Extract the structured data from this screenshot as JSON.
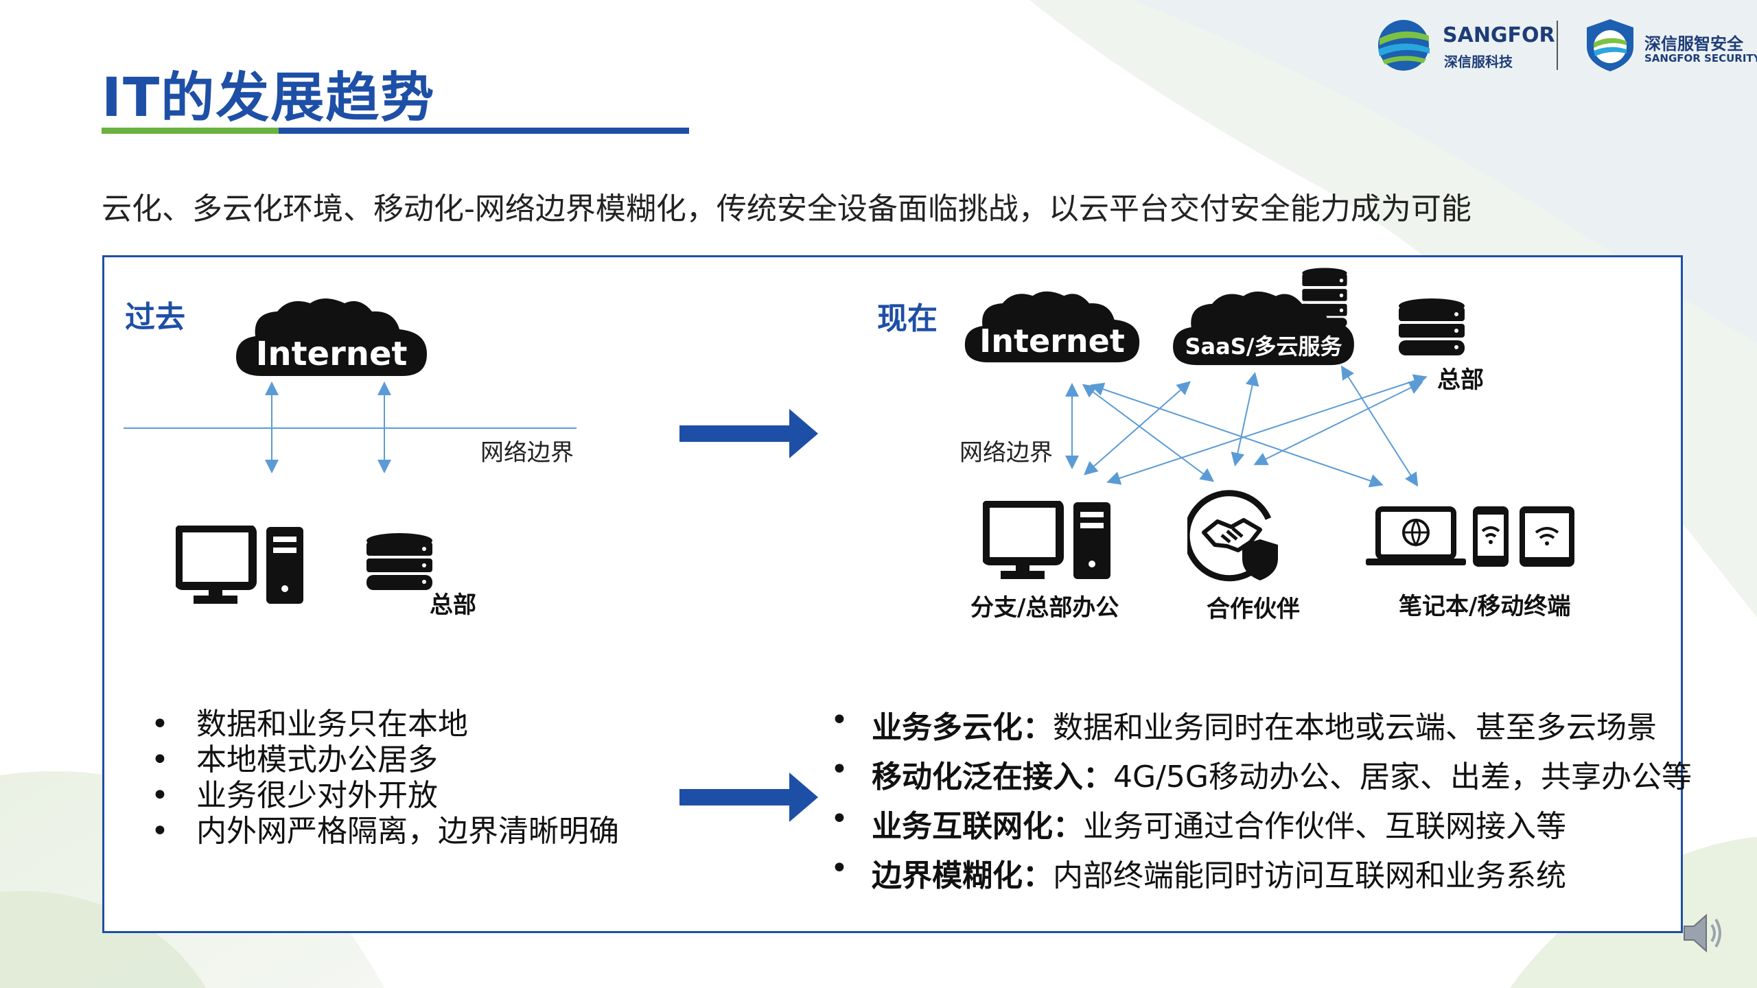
{
  "title": "IT的发展趋势",
  "subtitle": "云化、多云化环境、移动化-网络边界模糊化，传统安全设备面临挑战，以云平台交付安全能力成为可能",
  "logos": {
    "sangfor_name": "SANGFOR",
    "sangfor_cn": "深信服科技",
    "security_cn": "深信服智安全",
    "security_en": "SANGFOR SECURITY"
  },
  "past": {
    "label": "过去",
    "cloud": "Internet",
    "boundary": "网络边界",
    "hq": "总部",
    "bullets": [
      "数据和业务只在本地",
      "本地模式办公居多",
      "业务很少对外开放",
      "内外网严格隔离，边界清晰明确"
    ]
  },
  "present": {
    "label": "现在",
    "cloud_internet": "Internet",
    "cloud_saas": "SaaS/多云服务",
    "hq": "总部",
    "boundary": "网络边界",
    "branch": "分支/总部办公",
    "partner": "合作伙伴",
    "mobile": "笔记本/移动终端",
    "bullets": [
      {
        "head": "业务多云化：",
        "text": "数据和业务同时在本地或云端、甚至多云场景"
      },
      {
        "head": "移动化泛在接入：",
        "text": "4G/5G移动办公、居家、出差，共享办公等"
      },
      {
        "head": "业务互联网化：",
        "text": "业务可通过合作伙伴、互联网接入等"
      },
      {
        "head": "边界模糊化：",
        "text": "内部终端能同时访问互联网和业务系统"
      }
    ]
  },
  "bullet_symbol": "•",
  "colors": {
    "accent": "#1e4fa6",
    "green": "#6ab23f",
    "arrow": "#5b9bd5",
    "icon": "#111111"
  },
  "icons": {
    "speaker": "speaker-icon"
  }
}
